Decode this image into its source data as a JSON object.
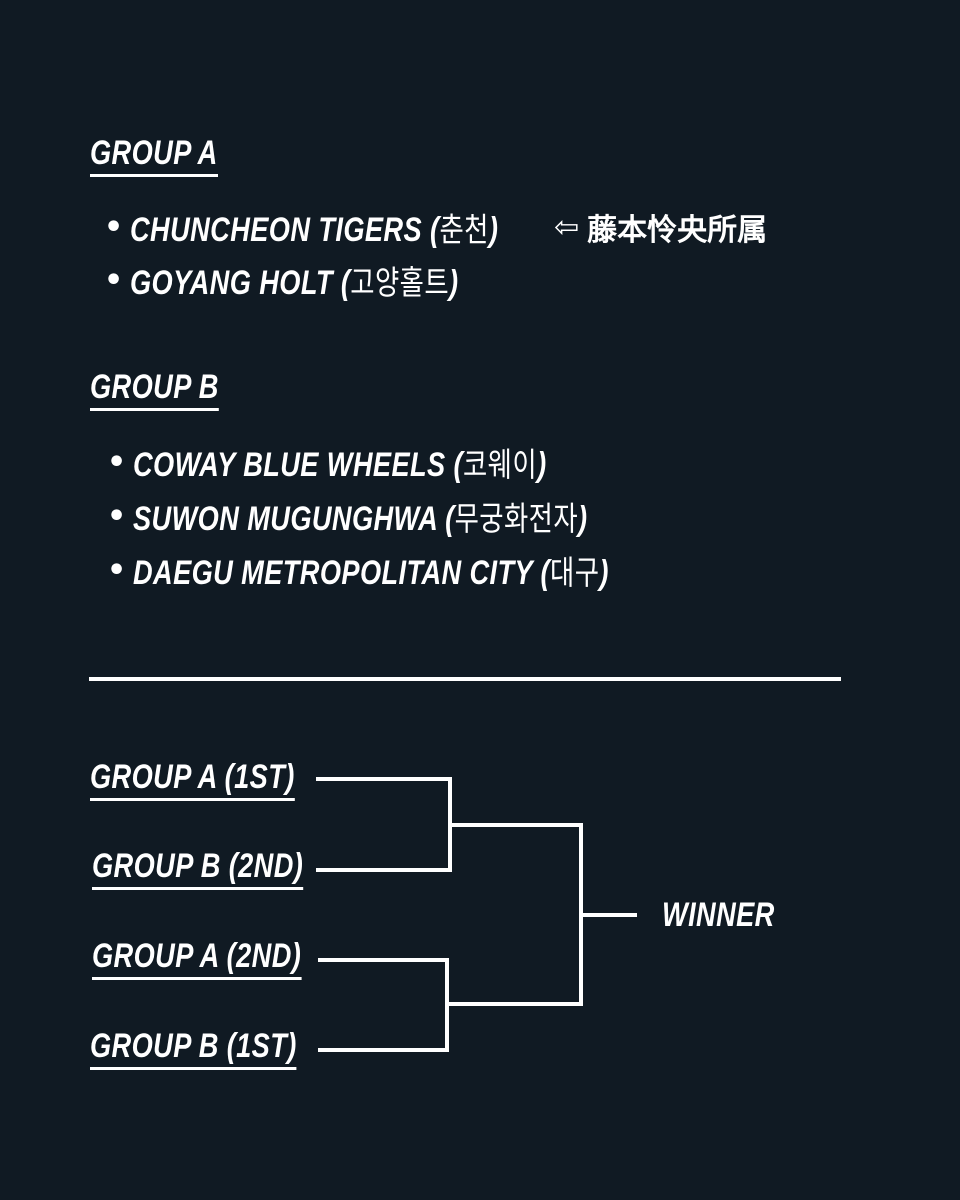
{
  "groups": [
    {
      "title": "GROUP A",
      "teams": [
        {
          "name": "CHUNCHEON TIGERS",
          "korean": "춘천",
          "note": "藤本怜央所属"
        },
        {
          "name": "GOYANG HOLT",
          "korean": "고양홀트",
          "note": ""
        }
      ]
    },
    {
      "title": "GROUP B",
      "teams": [
        {
          "name": "COWAY BLUE WHEELS",
          "korean": "코웨이",
          "note": ""
        },
        {
          "name": "SUWON MUGUNGHWA",
          "korean": "무궁화전자",
          "note": ""
        },
        {
          "name": "DAEGU METROPOLITAN CITY",
          "korean": "대구",
          "note": ""
        }
      ]
    }
  ],
  "note_arrow_icon": "hollow-left-arrow-icon",
  "bracket": {
    "seeds": [
      "GROUP A (1ST)",
      "GROUP B (2ND)",
      "GROUP A (2ND)",
      "GROUP B (1ST)"
    ],
    "winner": "WINNER"
  },
  "colors": {
    "background": "#101a23",
    "foreground": "#ffffff"
  }
}
